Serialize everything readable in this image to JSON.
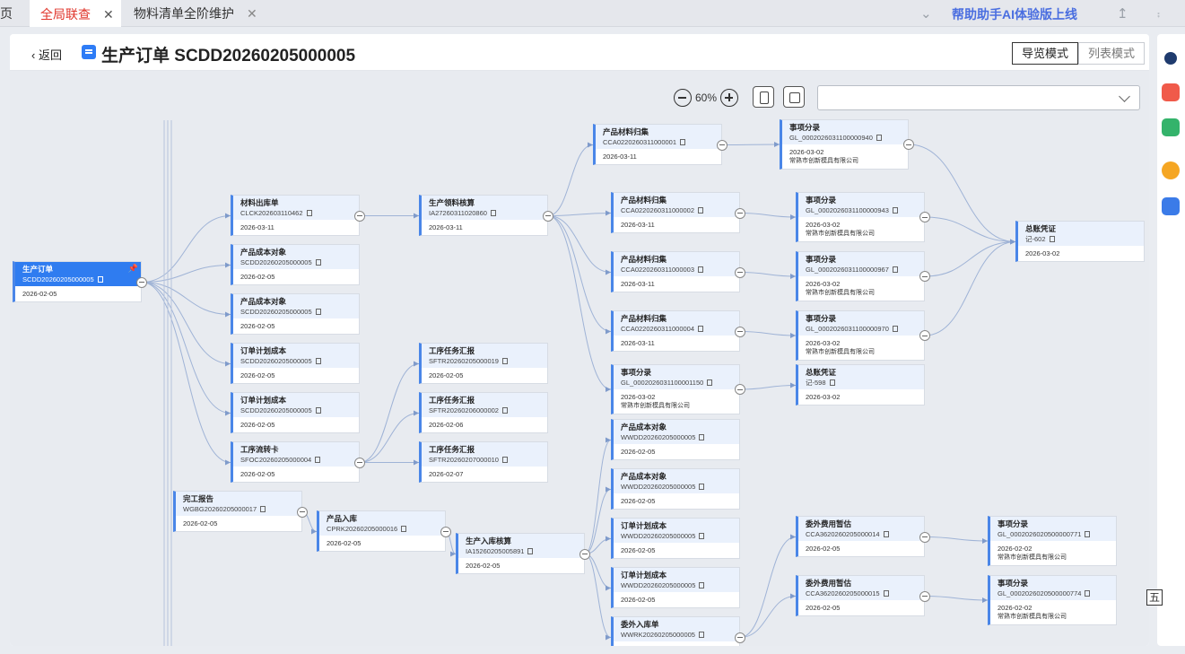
{
  "tabs": {
    "edge_label": "页",
    "active": "全局联查",
    "second": "物料清单全阶维护",
    "close_glyph": "✕"
  },
  "topbar": {
    "helper_link": "帮助助手AI体验版上线"
  },
  "header": {
    "back_label": "返回",
    "title": "生产订单 SCDD20260205000005",
    "mode_nav": "导览模式",
    "mode_list": "列表模式"
  },
  "toolbar": {
    "zoom_value": "60%",
    "select_value": ""
  },
  "floating_button": "五",
  "nodes": [
    {
      "title": "生产订单",
      "code": "SCDD20260205000005",
      "date": "2026-02-05",
      "root": true
    },
    {
      "title": "材料出库单",
      "code": "CLCK202603110462",
      "date": "2026-03-11"
    },
    {
      "title": "产品成本对象",
      "code": "SCDD20260205000005",
      "date": "2026-02-05"
    },
    {
      "title": "产品成本对象",
      "code": "SCDD20260205000005",
      "date": "2026-02-05"
    },
    {
      "title": "订单计划成本",
      "code": "SCDD20260205000005",
      "date": "2026-02-05"
    },
    {
      "title": "订单计划成本",
      "code": "SCDD20260205000005",
      "date": "2026-02-05"
    },
    {
      "title": "工序流转卡",
      "code": "SFOC20260205000004",
      "date": "2026-02-05"
    },
    {
      "title": "完工报告",
      "code": "WGBG20260205000017",
      "date": "2026-02-05"
    },
    {
      "title": "产品入库",
      "code": "CPRK20260205000016",
      "date": "2026-02-05"
    },
    {
      "title": "生产领料核算",
      "code": "IA27260311020860",
      "date": "2026-03-11"
    },
    {
      "title": "工序任务汇报",
      "code": "SFTR20260205000019",
      "date": "2026-02-05"
    },
    {
      "title": "工序任务汇报",
      "code": "SFTR20260206000002",
      "date": "2026-02-06"
    },
    {
      "title": "工序任务汇报",
      "code": "SFTR20260207000010",
      "date": "2026-02-07"
    },
    {
      "title": "生产入库核算",
      "code": "IA15260205005891",
      "date": "2026-02-05"
    },
    {
      "title": "产品材料归集",
      "code": "CCA0220260311000001",
      "date": "2026-03-11"
    },
    {
      "title": "产品材料归集",
      "code": "CCA0220260311000002",
      "date": "2026-03-11"
    },
    {
      "title": "产品材料归集",
      "code": "CCA0220260311000003",
      "date": "2026-03-11"
    },
    {
      "title": "产品材料归集",
      "code": "CCA0220260311000004",
      "date": "2026-03-11"
    },
    {
      "title": "事项分录",
      "code": "GL_0002026031100001150",
      "date": "2026-03-02",
      "org": "常熟市创新模具有限公司"
    },
    {
      "title": "产品成本对象",
      "code": "WWDD20260205000005",
      "date": "2026-02-05"
    },
    {
      "title": "产品成本对象",
      "code": "WWDD20260205000005",
      "date": "2026-02-05"
    },
    {
      "title": "订单计划成本",
      "code": "WWDD20260205000005",
      "date": "2026-02-05"
    },
    {
      "title": "订单计划成本",
      "code": "WWDD20260205000005",
      "date": "2026-02-05"
    },
    {
      "title": "委外入库单",
      "code": "WWRK20260205000005",
      "date": ""
    },
    {
      "title": "事项分录",
      "code": "GL_0002026031100000940",
      "date": "2026-03-02",
      "org": "常熟市创新模具有限公司"
    },
    {
      "title": "事项分录",
      "code": "GL_0002026031100000943",
      "date": "2026-03-02",
      "org": "常熟市创新模具有限公司"
    },
    {
      "title": "事项分录",
      "code": "GL_0002026031100000967",
      "date": "2026-03-02",
      "org": "常熟市创新模具有限公司"
    },
    {
      "title": "事项分录",
      "code": "GL_0002026031100000970",
      "date": "2026-03-02",
      "org": "常熟市创新模具有限公司"
    },
    {
      "title": "总账凭证",
      "code": "记-598",
      "date": "2026-03-02"
    },
    {
      "title": "委外费用暂估",
      "code": "CCA3620260205000014",
      "date": "2026-02-05"
    },
    {
      "title": "委外费用暂估",
      "code": "CCA3620260205000015",
      "date": "2026-02-05"
    },
    {
      "title": "总账凭证",
      "code": "记-602",
      "date": "2026-03-02"
    },
    {
      "title": "事项分录",
      "code": "GL_0002026020500000771",
      "date": "2026-02-02",
      "org": "常熟市创新模具有限公司"
    },
    {
      "title": "事项分录",
      "code": "GL_0002026020500000774",
      "date": "2026-02-02",
      "org": "常熟市创新模具有限公司"
    }
  ]
}
